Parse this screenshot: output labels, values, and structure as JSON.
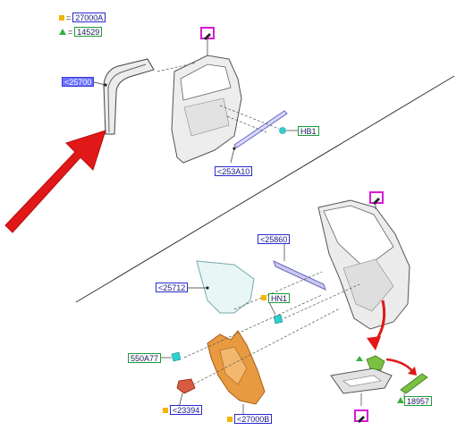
{
  "legend": {
    "items": [
      {
        "symbol": "square",
        "color": "#f5b400",
        "label": "27000A"
      },
      {
        "symbol": "triangle",
        "color": "#3ab03a",
        "label": "14529"
      }
    ],
    "equals": "="
  },
  "callouts": {
    "c25700": "<25700",
    "c253A10": "<253A10",
    "cHB1": "HB1",
    "c25860": "<25860",
    "c25712": "<25712",
    "cHN1": "HN1",
    "c550A77": "550A77",
    "c23394": "<23394",
    "c27000B": "<27000B",
    "c18957": "18957"
  },
  "colors": {
    "callout_border": "#2a2ad0",
    "highlight_fill": "#6a72ff",
    "magenta": "#d81ad8",
    "arrow_red": "#e01818",
    "orange_part": "#e89a40",
    "green_part": "#7ac042",
    "cyan_clip": "#2fd0d0"
  },
  "icons": [
    "pencil-edit-icon",
    "red-direction-arrow",
    "curved-red-arrow"
  ]
}
